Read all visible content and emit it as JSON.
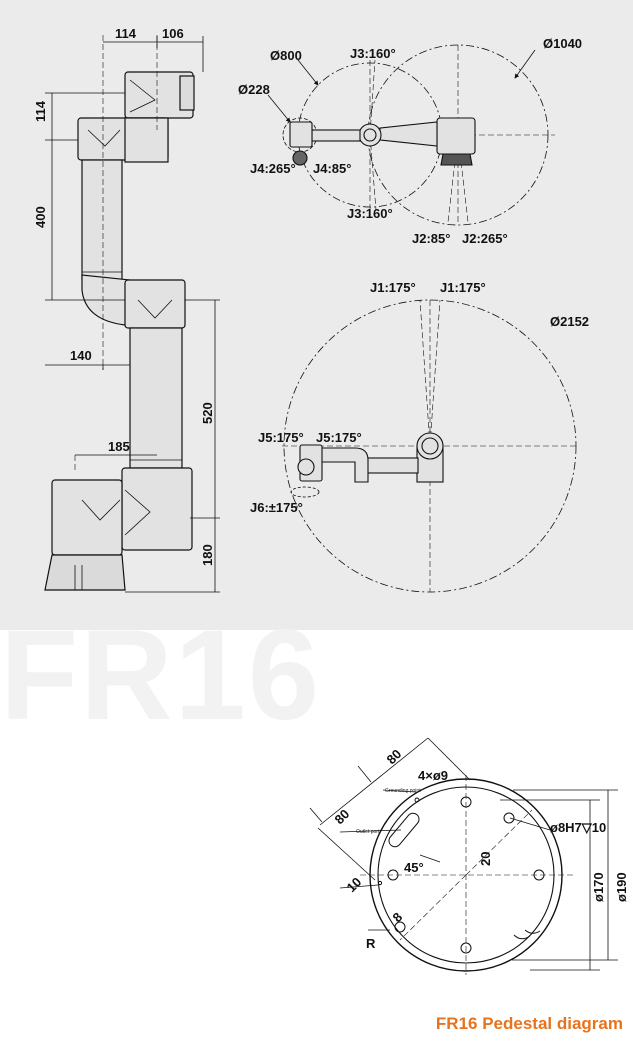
{
  "watermark": "FR16",
  "caption": "FR16  Pedestal diagram",
  "colors": {
    "panel": "#ebebeb",
    "accent": "#e8731e",
    "line": "#111111",
    "watermark": "#f2f2f2"
  },
  "side_view": {
    "dims": [
      "114",
      "106",
      "114",
      "400",
      "140",
      "520",
      "185",
      "180"
    ]
  },
  "top_view": {
    "labels": [
      "Ø800",
      "J3:160°",
      "Ø1040",
      "Ø228",
      "J4:265°",
      "J4:85°",
      "J3:160°",
      "J2:85°",
      "J2:265°"
    ]
  },
  "base_view": {
    "labels": [
      "J1:175°",
      "J1:175°",
      "Ø2152",
      "J5:175°",
      "J5:175°",
      "J6:±175°"
    ]
  },
  "pedestal": {
    "labels": [
      "80",
      "80",
      "4×ø9",
      "Grounding point",
      "Outlet port",
      "ø8H7▽10",
      "45°",
      "20",
      "10",
      "8",
      "R",
      "ø170",
      "ø190"
    ]
  }
}
